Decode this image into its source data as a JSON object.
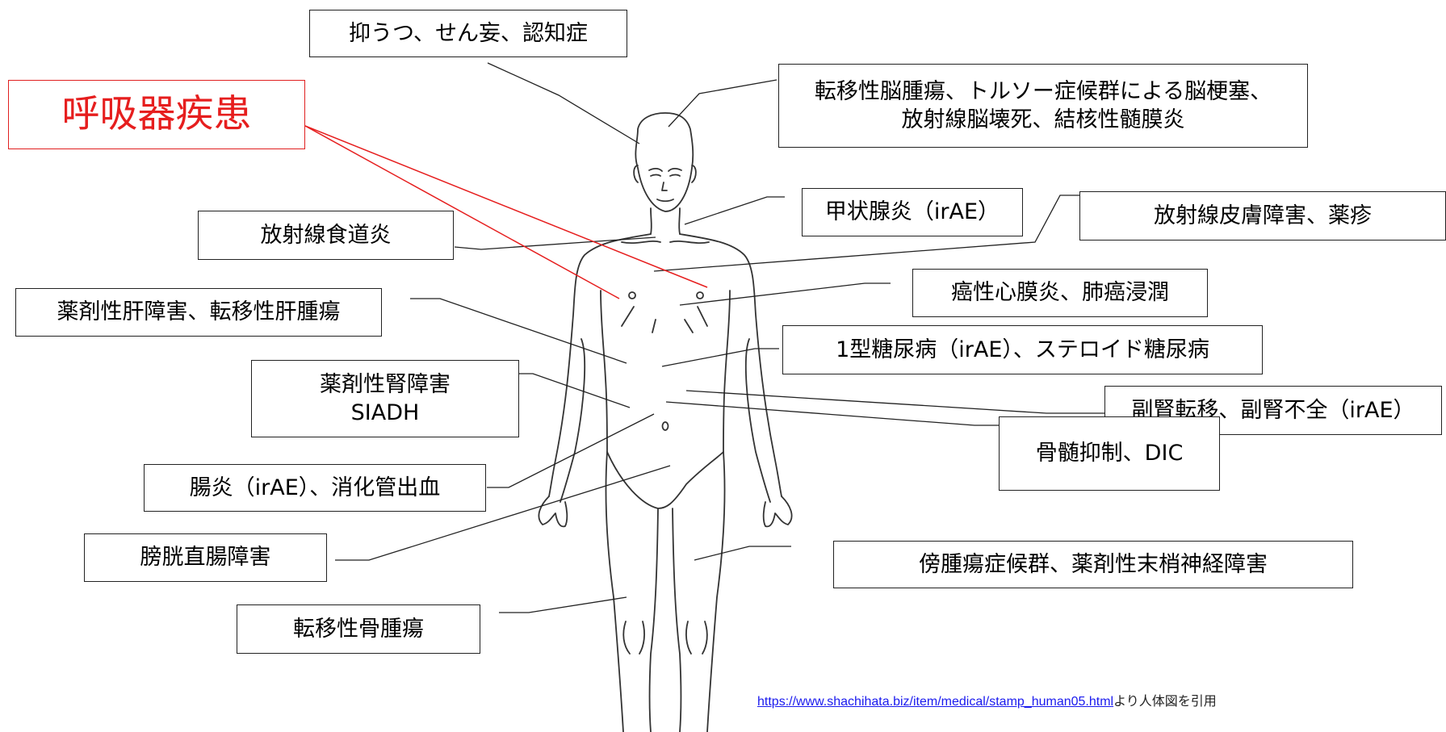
{
  "labels": {
    "brain": "抑うつ、せん妄、認知症",
    "respiratory": "呼吸器疾患",
    "head_line1": "転移性脳腫瘍、トルソー症候群による脳梗塞、",
    "head_line2": "放射線脳壊死、結核性髄膜炎",
    "thyroid": "甲状腺炎（irAE）",
    "skin": "放射線皮膚障害、薬疹",
    "esophagus": "放射線食道炎",
    "heart": "癌性心膜炎、肺癌浸潤",
    "liver": "薬剤性肝障害、転移性肝腫瘍",
    "pancreas": "1型糖尿病（irAE）、ステロイド糖尿病",
    "kidney_line1": "薬剤性腎障害",
    "kidney_line2": "SIADH",
    "adrenal": "副腎転移、副腎不全（irAE）",
    "marrow": "骨髄抑制、DIC",
    "intestine": "腸炎（irAE）、消化管出血",
    "bladder": "膀胱直腸障害",
    "nerve": "傍腫瘍症候群、薬剤性末梢神経障害",
    "bone": "転移性骨腫瘍"
  },
  "credit": {
    "url": "https://www.shachihata.biz/item/medical/stamp_human05.html",
    "suffix": "より人体図を引用"
  },
  "colors": {
    "highlight": "#e61e1e",
    "box_border": "#222222",
    "link": "#1a1aee"
  }
}
